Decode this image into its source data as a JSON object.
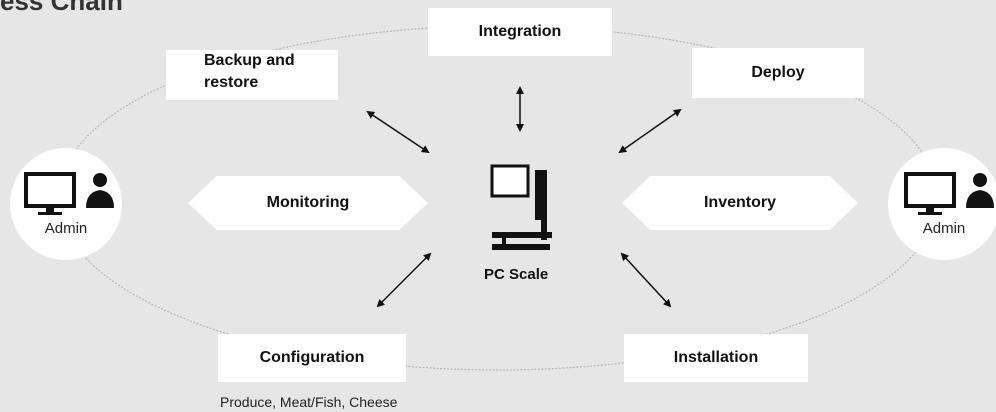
{
  "title_fragment": "ess Chain",
  "nodes": {
    "integration": "Integration",
    "backup": [
      "Backup and",
      "restore"
    ],
    "deploy": "Deploy",
    "monitoring": "Monitoring",
    "inventory": "Inventory",
    "configuration": "Configuration",
    "installation": "Installation",
    "center": "PC Scale"
  },
  "admins": {
    "left": "Admin",
    "right": "Admin"
  },
  "configuration_caption": "Produce, Meat/Fish, Cheese",
  "colors": {
    "background": "#e6e6e6",
    "box": "#ffffff",
    "text": "#111111",
    "ellipse": "#b8b8b8"
  }
}
